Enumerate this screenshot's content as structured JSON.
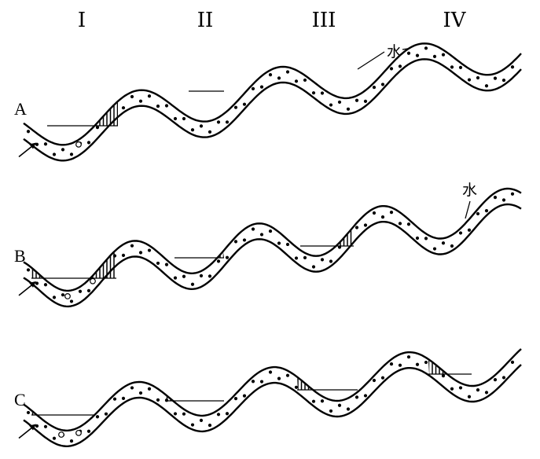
{
  "columns": [
    "I",
    "II",
    "III",
    "IV"
  ],
  "rows": [
    {
      "label": "A",
      "water_label": "水"
    },
    {
      "label": "B",
      "water_label": "水"
    },
    {
      "label": "C",
      "water_label": ""
    }
  ],
  "colors": {
    "ink": "#000000",
    "background": "#ffffff"
  }
}
